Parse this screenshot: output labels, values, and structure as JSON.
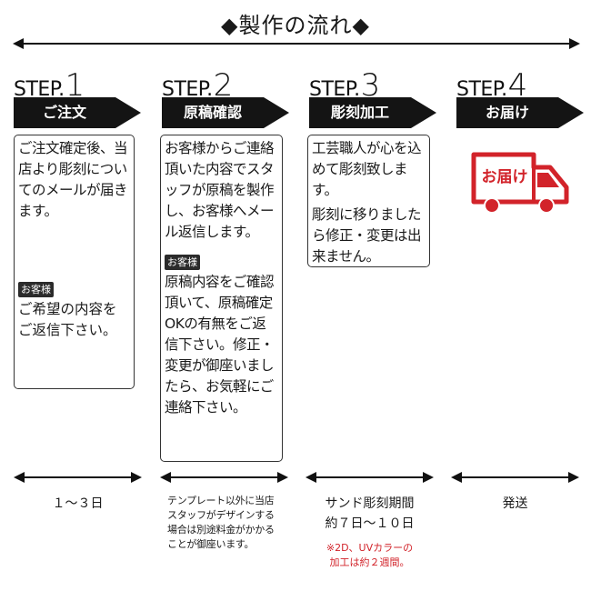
{
  "title": "◆製作の流れ◆",
  "steps": [
    {
      "word": "STEP.",
      "num": "1",
      "name": "ご注文",
      "text": "ご注文確定後、当店より彫刻についてのメールが届きます。",
      "tag": "お客様",
      "customer_text": "ご希望の内容をご返信下さい。",
      "duration": "１〜３日"
    },
    {
      "word": "STEP.",
      "num": "2",
      "name": "原稿確認",
      "text": "お客様からご連絡頂いた内容でスタッフが原稿を製作し、お客様へメール返信します。",
      "tag": "お客様",
      "customer_text": "原稿内容をご確認頂いて、原稿確定OKの有無をご返信下さい。修正・変更が御座いましたら、お気軽にご連絡下さい。",
      "note": "テンプレート以外に当店スタッフがデザインする場合は別途料金がかかることが御座います。"
    },
    {
      "word": "STEP.",
      "num": "3",
      "name": "彫刻加工",
      "text1": "工芸職人が心を込めて彫刻致します。",
      "text2": "彫刻に移りましたら修正・変更は出来ません。",
      "duration_line1": "サンド彫刻期間",
      "duration_line2": "約７日〜１０日",
      "note_red_line1": "※2D、UVカラーの",
      "note_red_line2": "加工は約２週間。"
    },
    {
      "word": "STEP.",
      "num": "4",
      "name": "お届け",
      "truck_label": "お届け",
      "duration": "発送"
    }
  ],
  "colors": {
    "banner": "#141414",
    "truck": "#d2232a",
    "note_red": "#d2232a"
  }
}
